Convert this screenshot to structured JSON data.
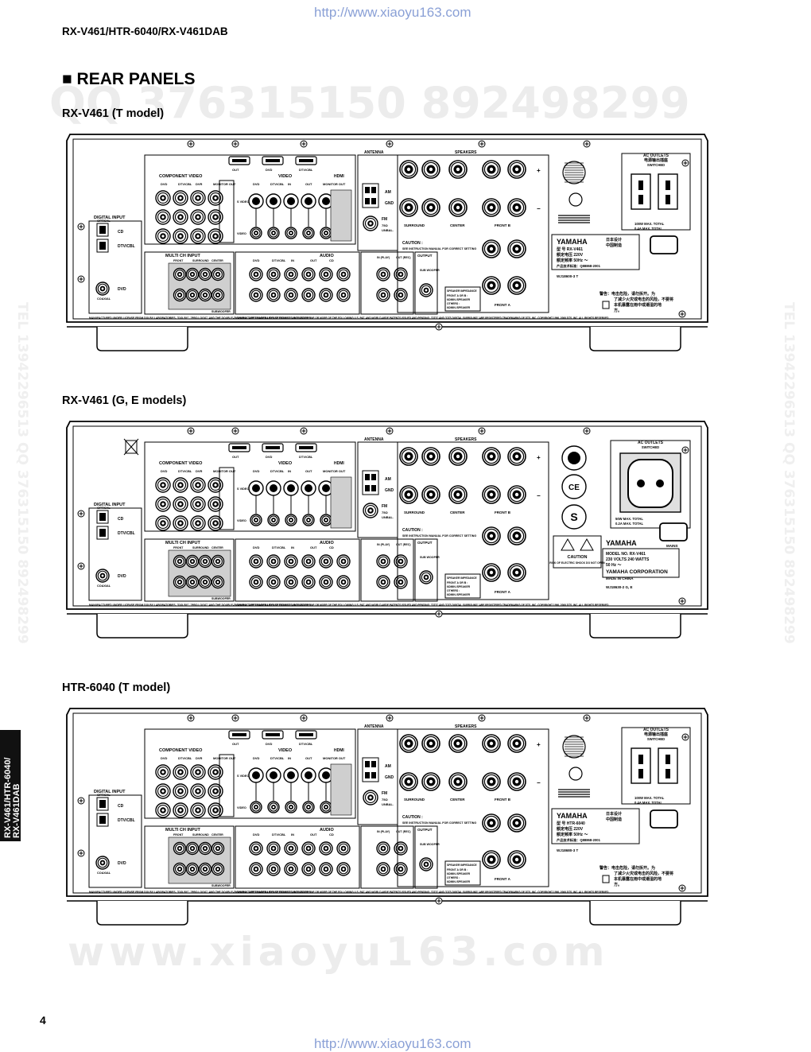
{
  "url_top": "http://www.xiaoyu163.com",
  "url_bottom": "http://www.xiaoyu163.com",
  "model_header": "RX-V461/HTR-6040/RX-V461DAB",
  "section_title": "REAR PANELS",
  "section_bullet": "■",
  "watermark": {
    "qq": "QQ 376315150   892498299",
    "side": "TEL 13942296513   QQ 376315150   892498299",
    "site": "www.xiaoyu163.com"
  },
  "side_tab": {
    "line1": "RX-V461/HTR-6040/",
    "line2": "RX-V461DAB"
  },
  "page_number": "4",
  "panels": [
    {
      "label": "RX-V461 (T model)",
      "variant": "T",
      "outlet_title": "AC OUTLETS",
      "outlet_sub": "电源输出插座",
      "outlet_switched": "SWITCHED",
      "outlet_rating": "100W MAX. TOTAL\n0.4A MAX. TOTAL",
      "brand": "YAMAHA",
      "model_line": "型 号 RX-V461",
      "power_line": "额定电压 220V",
      "freq_line": "额定频率 50Hz ～",
      "std_line": "产品技术标准：Q88868-2001",
      "label_code": "WJ18600-3 T",
      "warning_cn": "警告：电击危险，请勿拆开。为了减少火灾或电击的风险，不要将本机暴露在雨中或潮湿的地方。"
    },
    {
      "label": "RX-V461 (G, E models)",
      "variant": "GE",
      "outlet_title": "AC OUTLETS",
      "outlet_sub": "",
      "outlet_switched": "SWITCHED",
      "outlet_rating": "50W MAX. TOTAL\n0.2A MAX. TOTAL",
      "mains": "MAINS",
      "brand": "YAMAHA",
      "model_line": "MODEL NO. RX-V461",
      "power_line": "230 VOLTS   240 WATTS",
      "freq_line": "50 Hz ～",
      "corp": "YAMAHA CORPORATION",
      "made_in": "MADE IN CHINA",
      "caution": "CAUTION",
      "caution_sub": "RISK OF ELECTRIC SHOCK DO NOT OPEN",
      "label_code": "WJ18630-2 G, E"
    },
    {
      "label": "HTR-6040 (T model)",
      "variant": "T",
      "outlet_title": "AC OUTLETS",
      "outlet_sub": "电源输出插座",
      "outlet_switched": "SWITCHED",
      "outlet_rating": "100W MAX. TOTAL\n0.4A MAX. TOTAL",
      "brand": "YAMAHA",
      "model_line": "型 号 HTR-6040",
      "power_line": "额定电压 220V",
      "freq_line": "额定频率 50Hz ～",
      "std_line": "产品技术标准：Q88868-2001",
      "label_code": "WJ18680-3 T",
      "warning_cn": "警告：电击危险，请勿拆开。为了减少火灾或电击的风险，不要将本机暴露在雨中或潮湿的地方。"
    }
  ],
  "panel_text": {
    "hdmi": "HDMI",
    "hdmi_ports": [
      "OUT",
      "DVD",
      "DTV/CBL"
    ],
    "component_video": "COMPONENT VIDEO",
    "component_cols": [
      "DVD",
      "DTV/CBL",
      "DVR",
      "MONITOR OUT"
    ],
    "video": "VIDEO",
    "video_cols": [
      "DVD",
      "DTV/CBL",
      "IN",
      "OUT",
      "MONITOR OUT"
    ],
    "dvr": "DVR",
    "s_video": "S VIDEO",
    "video_row": "VIDEO",
    "digital_input": "DIGITAL INPUT",
    "optical": "OPTICAL",
    "coaxial": "COAXIAL",
    "cd": "CD",
    "dtv_cbl": "DTV/CBL",
    "dvd": "DVD",
    "multi_ch": "MULTI CH INPUT",
    "multi_cols": [
      "FRONT",
      "SURROUND",
      "CENTER"
    ],
    "subwoofer": "SUBWOOFER",
    "audio": "AUDIO",
    "audio_cols": [
      "DVD",
      "DTV/CBL",
      "IN",
      "OUT",
      "CD"
    ],
    "md_cdr": "MD/ CD-R",
    "in_play": "IN (PLAY)",
    "out_rec": "OUT (REC)",
    "output": "OUTPUT",
    "sub_woofer": "SUB WOOFER",
    "antenna": "ANTENNA",
    "am": "AM",
    "gnd": "GND",
    "fm": "FM 75Ω UNBAL.",
    "speakers": "SPEAKERS",
    "surround": "SURROUND",
    "center": "CENTER",
    "front_b": "FRONT B",
    "front_a": "FRONT A",
    "caution_spk": "CAUTION :",
    "caution_spk2": "SEE INSTRUCTION MANUAL FOR CORRECT SETTING",
    "impedance": "SPEAKER IMPEDANCE",
    "imp1": "FRONT A OR B :",
    "imp2": "6ΩMIN./SPEAKER",
    "imp3": "OTHERS :",
    "imp4": "6ΩMIN./SPEAKER",
    "license": "MANUFACTURED UNDER LICENSE FROM DOLBY LABORATORIES. \"DOLBY\", \"PRO LOGIC\" AND THE DOUBLE-D SYMBOL ARE TRADEMARKS OF DOLBY LABORATORIES.",
    "license2": "MANUFACTURED UNDER LICENSE FROM DTS, INC. UNDER ONE OR MORE OF THE FOLLOWING U.S. PAT. AND WORLD-WIDE PATENTS ISSUED AND PENDING. \"DTS\" AND \"DTS DIGITAL SURROUND\" ARE REGISTERED TRADEMARKS OF DTS, INC. COPYRIGHT 1996, 2006 DTS, INC. ALL RIGHTS RESERVED.",
    "chinese_design": "日本设计",
    "chinese_made": "中国制造"
  }
}
